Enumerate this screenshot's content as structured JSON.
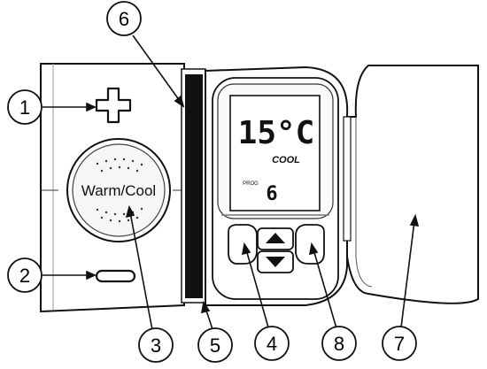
{
  "device": {
    "button_label": "Warm/Cool",
    "display": {
      "temperature": "15°C",
      "mode": "COOL",
      "prog_label": "PROG",
      "prog_number": "6"
    }
  },
  "callouts": [
    {
      "id": "1",
      "label": "1"
    },
    {
      "id": "2",
      "label": "2"
    },
    {
      "id": "3",
      "label": "3"
    },
    {
      "id": "4",
      "label": "4"
    },
    {
      "id": "5",
      "label": "5"
    },
    {
      "id": "6",
      "label": "6"
    },
    {
      "id": "7",
      "label": "7"
    },
    {
      "id": "8",
      "label": "8"
    }
  ]
}
